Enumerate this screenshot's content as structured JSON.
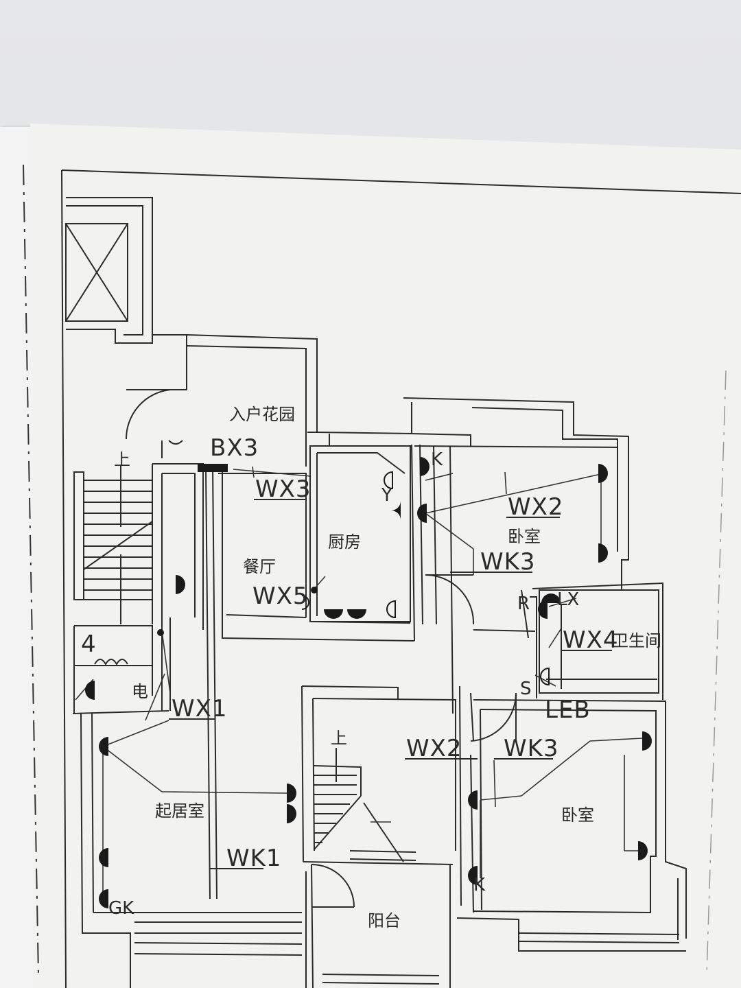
{
  "rooms": {
    "entrance_garden": "入户花园",
    "dining": "餐厅",
    "kitchen": "厨房",
    "bedroom_1": "卧室",
    "bathroom": "卫生间",
    "living": "起居室",
    "bedroom_2": "卧室",
    "balcony": "阳台"
  },
  "labels": {
    "bx3": "BX3",
    "wx3": "WX3",
    "wx2_top": "WX2",
    "wk3_top": "WK3",
    "wx5": "WX5",
    "wx4": "WX4",
    "wx1": "WX1",
    "wx2_mid": "WX2",
    "wk3_mid": "WK3",
    "wk1": "WK1",
    "leb": "LEB",
    "gk": "GK",
    "k_top": "K",
    "k_bottom": "K",
    "y": "Y",
    "r": "R",
    "lx": "LX",
    "s": "S",
    "up_left": "上",
    "up_center": "上",
    "dian": "电",
    "num_4": "4"
  },
  "colors": {
    "line": "#2b2b2b",
    "paper": "#f2f2f0",
    "background": "#e0e1e3"
  }
}
